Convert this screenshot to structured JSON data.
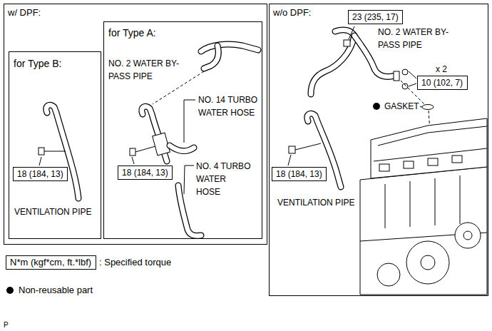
{
  "diagram": {
    "nodes": [
      {
        "text": [
          "w/ DPF:"
        ]
      },
      {
        "text": [
          "for Type B:"
        ],
        "in": 0
      },
      {
        "text": [
          "for Type A:"
        ],
        "in": 0
      },
      {
        "text": [
          "18 (184, 13)"
        ],
        "in": 1
      },
      {
        "text": [
          "18 (184, 13)"
        ],
        "in": 2
      },
      {
        "text": [
          "w/o DPF:"
        ]
      },
      {
        "text": [
          "23 (235, 17)"
        ],
        "in": 5
      },
      {
        "text": [
          "10 (102, 7)"
        ],
        "in": 5
      },
      {
        "text": [
          "18 (184, 13)"
        ],
        "in": 5
      },
      {
        "text": [
          "N*m (kgf*cm, ft.*lbf)"
        ]
      }
    ],
    "labels": [
      "NO. 2 WATER BY-PASS PIPE",
      "NO. 14 TURBO WATER HOSE",
      "NO. 4 TURBO WATER HOSE",
      "VENTILATION PIPE",
      "NO. 2 WATER BY-PASS PIPE",
      "x 2",
      "GASKET",
      "VENTILATION PIPE",
      "P"
    ],
    "legend": [
      {
        "text": ": Specified torque"
      },
      {
        "text": "Non-reusable part"
      }
    ]
  }
}
